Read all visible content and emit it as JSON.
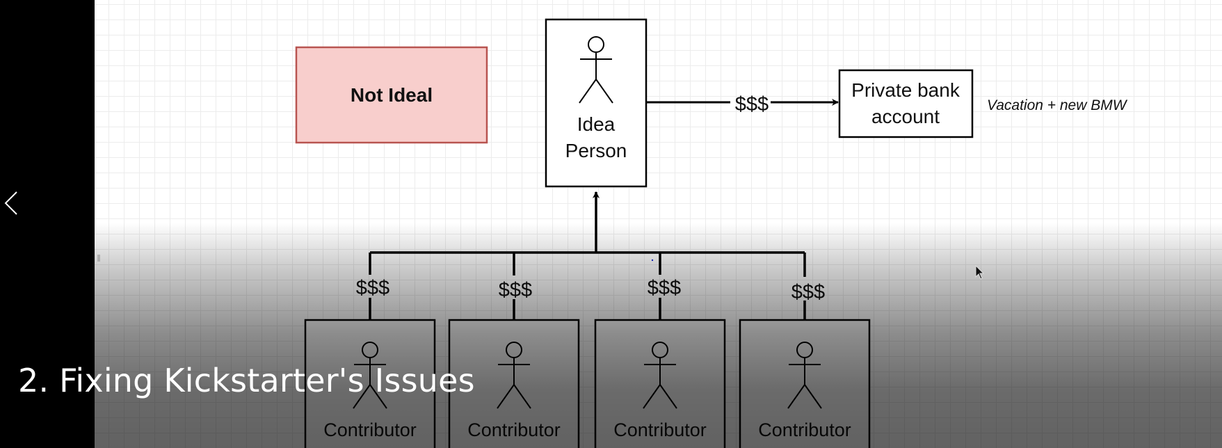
{
  "player": {
    "title": "2. Fixing Kickstarter's Issues",
    "back_icon": "chevron-left-icon"
  },
  "diagram": {
    "not_ideal_label": "Not Ideal",
    "idea_person": {
      "line1": "Idea",
      "line2": "Person"
    },
    "bank": {
      "line1": "Private bank",
      "line2": "account"
    },
    "flow_label": "$$$",
    "vacation_note": "Vacation + new BMW",
    "contributors": [
      {
        "label": "Contributor",
        "payment": "$$$"
      },
      {
        "label": "Contributor",
        "payment": "$$$"
      },
      {
        "label": "Contributor",
        "payment": "$$$"
      },
      {
        "label": "Contributor",
        "payment": "$$$"
      }
    ]
  },
  "colors": {
    "not_ideal_fill": "#f8cecc",
    "not_ideal_stroke": "#b85450",
    "line": "#000000"
  }
}
